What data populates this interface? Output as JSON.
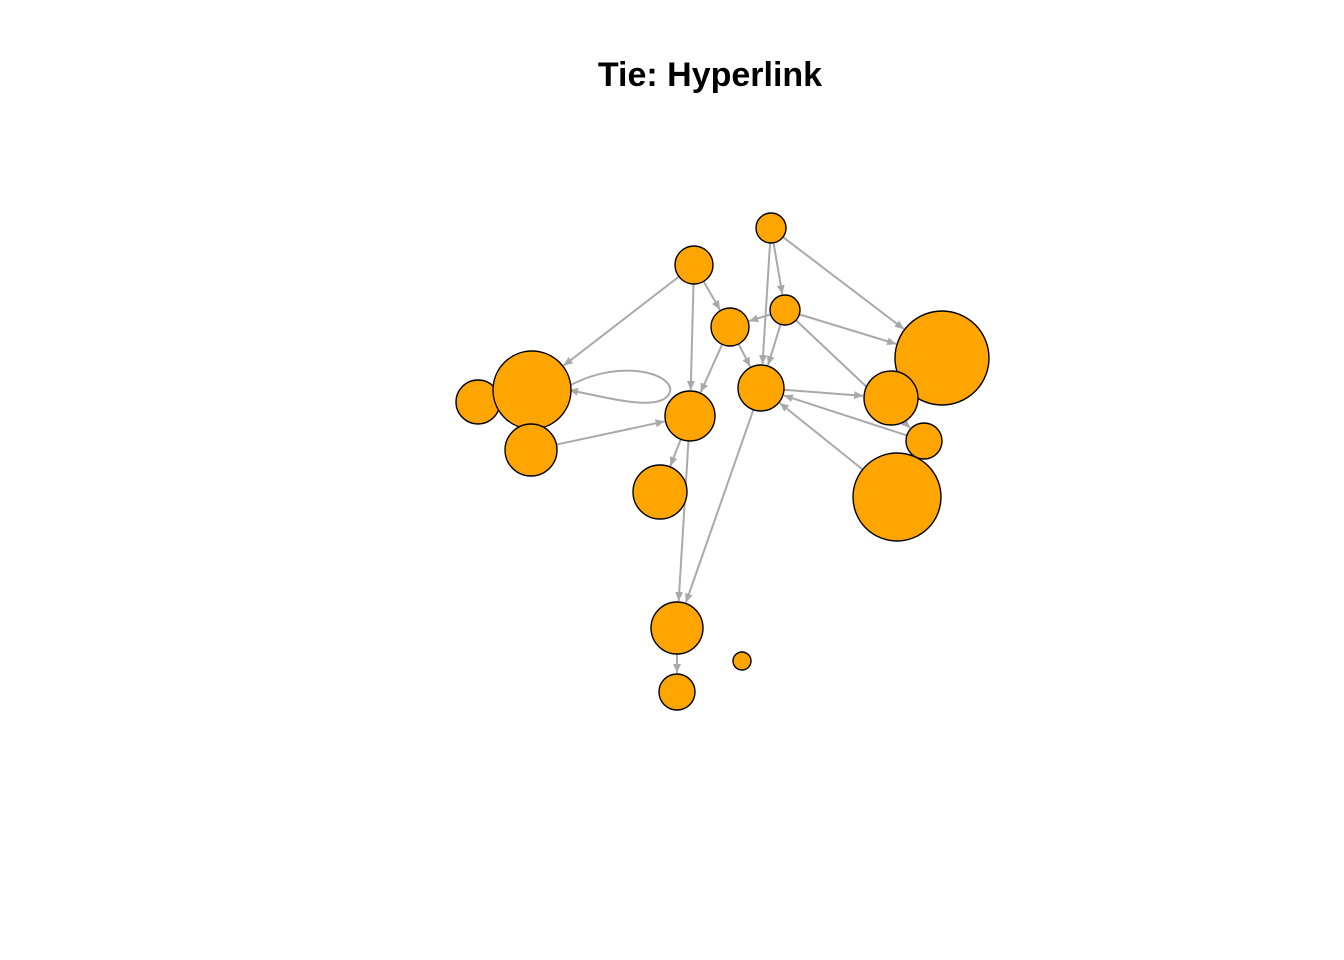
{
  "title": "Tie: Hyperlink",
  "colors": {
    "node_fill": "#FFA500",
    "node_stroke": "#000000",
    "edge": "#A9A9A9"
  },
  "nodes": [
    {
      "id": "n1",
      "size": 15
    },
    {
      "id": "n2",
      "size": 19
    },
    {
      "id": "n3",
      "size": 15
    },
    {
      "id": "n4",
      "size": 19
    },
    {
      "id": "n5",
      "size": 23
    },
    {
      "id": "n6",
      "size": 47
    },
    {
      "id": "n7",
      "size": 22
    },
    {
      "id": "n8",
      "size": 39
    },
    {
      "id": "n9",
      "size": 26
    },
    {
      "id": "n10",
      "size": 25
    },
    {
      "id": "n11",
      "size": 27
    },
    {
      "id": "n12",
      "size": 18
    },
    {
      "id": "n13",
      "size": 27
    },
    {
      "id": "n14",
      "size": 44
    },
    {
      "id": "n15",
      "size": 26
    },
    {
      "id": "n16",
      "size": 18
    },
    {
      "id": "n17",
      "size": 9
    }
  ],
  "edges": [
    {
      "from": "n1",
      "to": "n3"
    },
    {
      "from": "n1",
      "to": "n6"
    },
    {
      "from": "n1",
      "to": "n5"
    },
    {
      "from": "n2",
      "to": "n8"
    },
    {
      "from": "n2",
      "to": "n10"
    },
    {
      "from": "n2",
      "to": "n4"
    },
    {
      "from": "n4",
      "to": "n5"
    },
    {
      "from": "n4",
      "to": "n10"
    },
    {
      "from": "n3",
      "to": "n6"
    },
    {
      "from": "n3",
      "to": "n12"
    },
    {
      "from": "n3",
      "to": "n4"
    },
    {
      "from": "n3",
      "to": "n5"
    },
    {
      "from": "n5",
      "to": "n11"
    },
    {
      "from": "n5",
      "to": "n15"
    },
    {
      "from": "n12",
      "to": "n5"
    },
    {
      "from": "n14",
      "to": "n5"
    },
    {
      "from": "n10",
      "to": "n15"
    },
    {
      "from": "n10",
      "to": "n13"
    },
    {
      "from": "n9",
      "to": "n10"
    },
    {
      "from": "n15",
      "to": "n16"
    },
    {
      "from": "n14",
      "to": "n12"
    },
    {
      "from": "n8",
      "to": "n8",
      "loop": true
    }
  ]
}
